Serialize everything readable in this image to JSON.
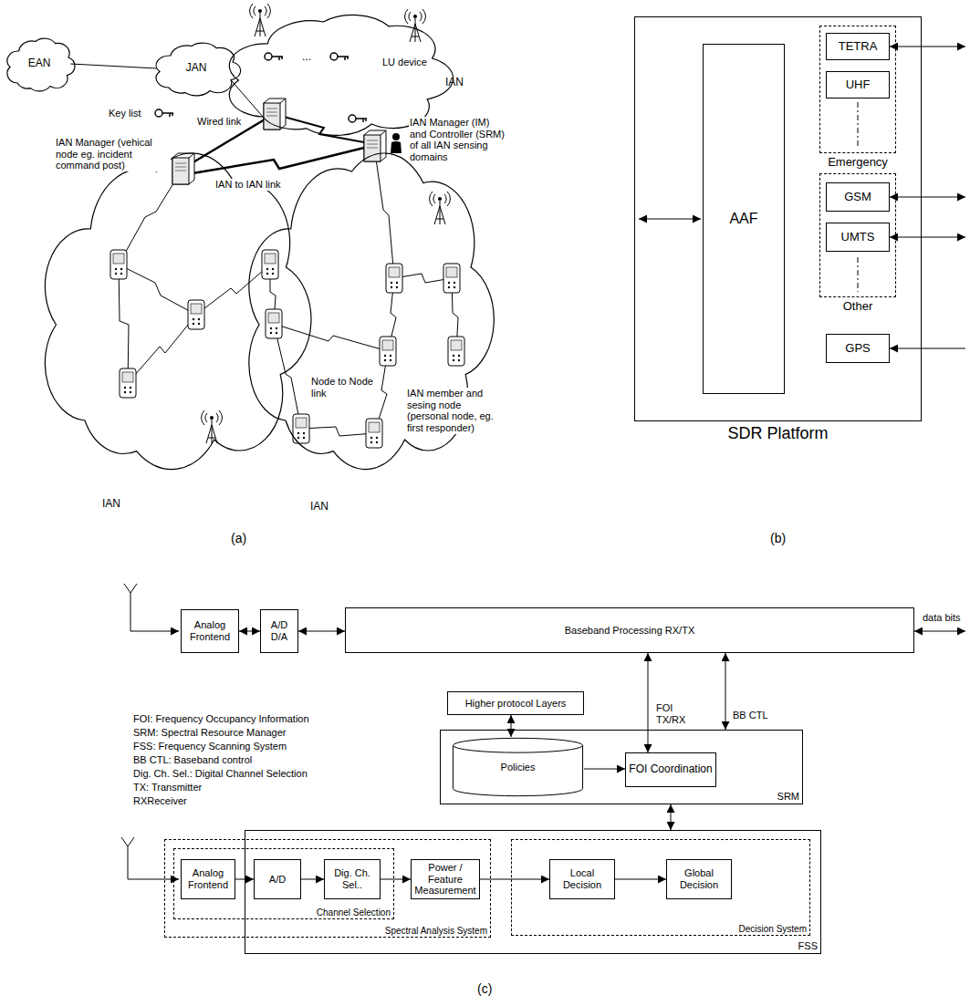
{
  "diagram": {
    "nodes": [
      {
        "text": [
          "EAN"
        ]
      },
      {
        "text": [
          "JAN"
        ]
      },
      {
        "text": [
          "IAN"
        ]
      },
      {
        "text": [
          "IAN"
        ]
      },
      {
        "text": [
          "IAN"
        ]
      },
      {
        "text": [
          "SDR Platform"
        ]
      },
      {
        "text": [
          "AAF"
        ],
        "in": 5
      },
      {
        "text": [
          "Emergency"
        ],
        "in": 5
      },
      {
        "text": [
          "TETRA"
        ],
        "in": 7
      },
      {
        "text": [
          "UHF"
        ],
        "in": 7
      },
      {
        "text": [
          "Other"
        ],
        "in": 5
      },
      {
        "text": [
          "GSM"
        ],
        "in": 10
      },
      {
        "text": [
          "UMTS"
        ],
        "in": 10
      },
      {
        "text": [
          "GPS"
        ],
        "in": 5
      },
      {
        "text": [
          "Analog Frontend"
        ]
      },
      {
        "text": [
          "A/D D/A"
        ]
      },
      {
        "text": [
          "Baseband Processing RX/TX"
        ]
      },
      {
        "text": [
          "Higher protocol Layers"
        ]
      },
      {
        "text": [
          "SRM"
        ]
      },
      {
        "text": [
          "Policies"
        ],
        "in": 18
      },
      {
        "text": [
          "FOI Coordination"
        ],
        "in": 18
      },
      {
        "text": [
          "FSS"
        ]
      },
      {
        "text": [
          "Spectral Analysis System"
        ]
      },
      {
        "text": [
          "Channel Selection"
        ],
        "in": 22
      },
      {
        "text": [
          "Analog Frontend"
        ],
        "in": 23
      },
      {
        "text": [
          "A/D"
        ],
        "in": 23
      },
      {
        "text": [
          "Dig. Ch. Sel.."
        ],
        "in": 23
      },
      {
        "text": [
          "Power / Feature Measurement"
        ],
        "in": 22
      },
      {
        "text": [
          "Decision System"
        ],
        "in": 21
      },
      {
        "text": [
          "Local Decision"
        ],
        "in": 28
      },
      {
        "text": [
          "Global Decision"
        ],
        "in": 28
      }
    ],
    "edges": [
      {
        "from": 0,
        "to": 1,
        "arrow": "none"
      },
      {
        "from": 1,
        "to": 2,
        "arrow": "none"
      },
      {
        "from": 14,
        "to": 15,
        "arrow": "both"
      },
      {
        "from": 15,
        "to": 16,
        "arrow": "both"
      },
      {
        "from": 17,
        "to": 19,
        "arrow": "both"
      },
      {
        "from": 19,
        "to": 20,
        "arrow": "to"
      },
      {
        "from": 20,
        "to": 16,
        "label": "FOI TX/RX",
        "arrow": "both"
      },
      {
        "from": 18,
        "to": 16,
        "label": "BB CTL",
        "arrow": "both"
      },
      {
        "from": 18,
        "to": 21,
        "arrow": "both"
      },
      {
        "from": 24,
        "to": 25,
        "arrow": "to"
      },
      {
        "from": 25,
        "to": 26,
        "arrow": "to"
      },
      {
        "from": 26,
        "to": 27,
        "arrow": "to"
      },
      {
        "from": 27,
        "to": 29,
        "arrow": "to"
      },
      {
        "from": 29,
        "to": 30,
        "arrow": "to"
      }
    ],
    "labels": [
      "...",
      "LU device",
      "Wired link",
      "Key list",
      "IAN Manager (vehical node eg. incident command post)",
      "IAN to IAN link",
      "IAN Manager (IM) and Controller (SRM) of all IAN sensing domains",
      "Node to Node link",
      "IAN member and sesing node (personal node, eg. first responder)",
      "(a)",
      "(b)",
      "data bits",
      "FOI: Frequency Occupancy Information",
      "SRM: Spectral Resource Manager",
      "FSS: Frequency Scanning System",
      "BB CTL: Baseband control",
      "Dig. Ch. Sel.: Digital Channel Selection",
      "TX: Transmitter",
      "RXReceiver",
      "(c)"
    ]
  }
}
